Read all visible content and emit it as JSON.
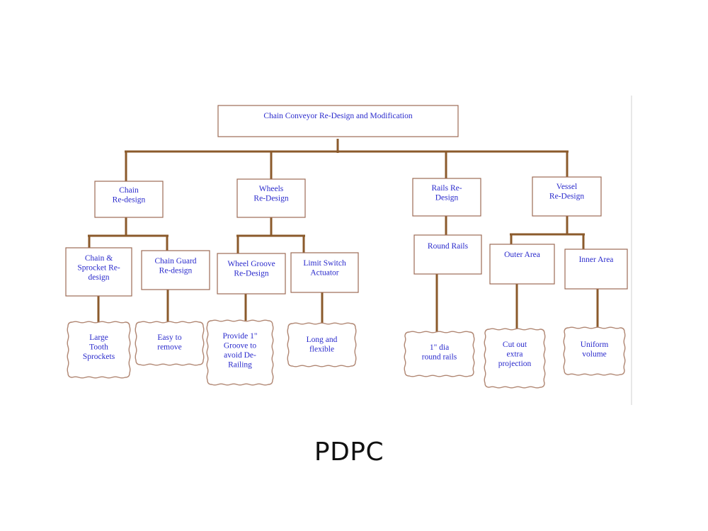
{
  "caption": "PDPC",
  "root": {
    "id": "root",
    "lines": [
      "Chain Conveyor Re-Design and Modification"
    ]
  },
  "branches": [
    {
      "id": "chain",
      "lines": [
        "Chain",
        "Re-design"
      ]
    },
    {
      "id": "wheels",
      "lines": [
        "Wheels",
        "Re-Design"
      ]
    },
    {
      "id": "rails",
      "lines": [
        "Rails Re-",
        "Design"
      ]
    },
    {
      "id": "vessel",
      "lines": [
        "Vessel",
        "Re-Design"
      ]
    }
  ],
  "sub_items": [
    {
      "id": "chain-sprocket",
      "lines": [
        "Chain &",
        "Sprocket Re-",
        "design"
      ]
    },
    {
      "id": "chain-guard",
      "lines": [
        "Chain Guard",
        "Re-design"
      ]
    },
    {
      "id": "wheel-groove",
      "lines": [
        "Wheel Groove",
        "Re-Design"
      ]
    },
    {
      "id": "limit-switch",
      "lines": [
        "Limit Switch",
        "Actuator"
      ]
    },
    {
      "id": "round-rails",
      "lines": [
        "Round Rails"
      ]
    },
    {
      "id": "outer-area",
      "lines": [
        "Outer Area"
      ]
    },
    {
      "id": "inner-area",
      "lines": [
        "Inner Area"
      ]
    }
  ],
  "solutions": [
    {
      "id": "large-tooth",
      "lines": [
        "Large",
        "Tooth",
        "Sprockets"
      ]
    },
    {
      "id": "easy-remove",
      "lines": [
        "Easy to",
        "remove"
      ]
    },
    {
      "id": "groove",
      "lines": [
        "Provide 1\"",
        "Groove to",
        "avoid De-",
        "Railing"
      ]
    },
    {
      "id": "long-flexible",
      "lines": [
        "Long and",
        "flexible"
      ]
    },
    {
      "id": "dia-rails",
      "lines": [
        "1\" dia",
        "round rails"
      ]
    },
    {
      "id": "cut-out",
      "lines": [
        "Cut out",
        "extra",
        "projection"
      ]
    },
    {
      "id": "uniform",
      "lines": [
        "Uniform",
        "volume"
      ]
    }
  ],
  "colors": {
    "text": "#2a2acc",
    "connector": "#8b5a2b",
    "box_border": "#9c6b55"
  }
}
